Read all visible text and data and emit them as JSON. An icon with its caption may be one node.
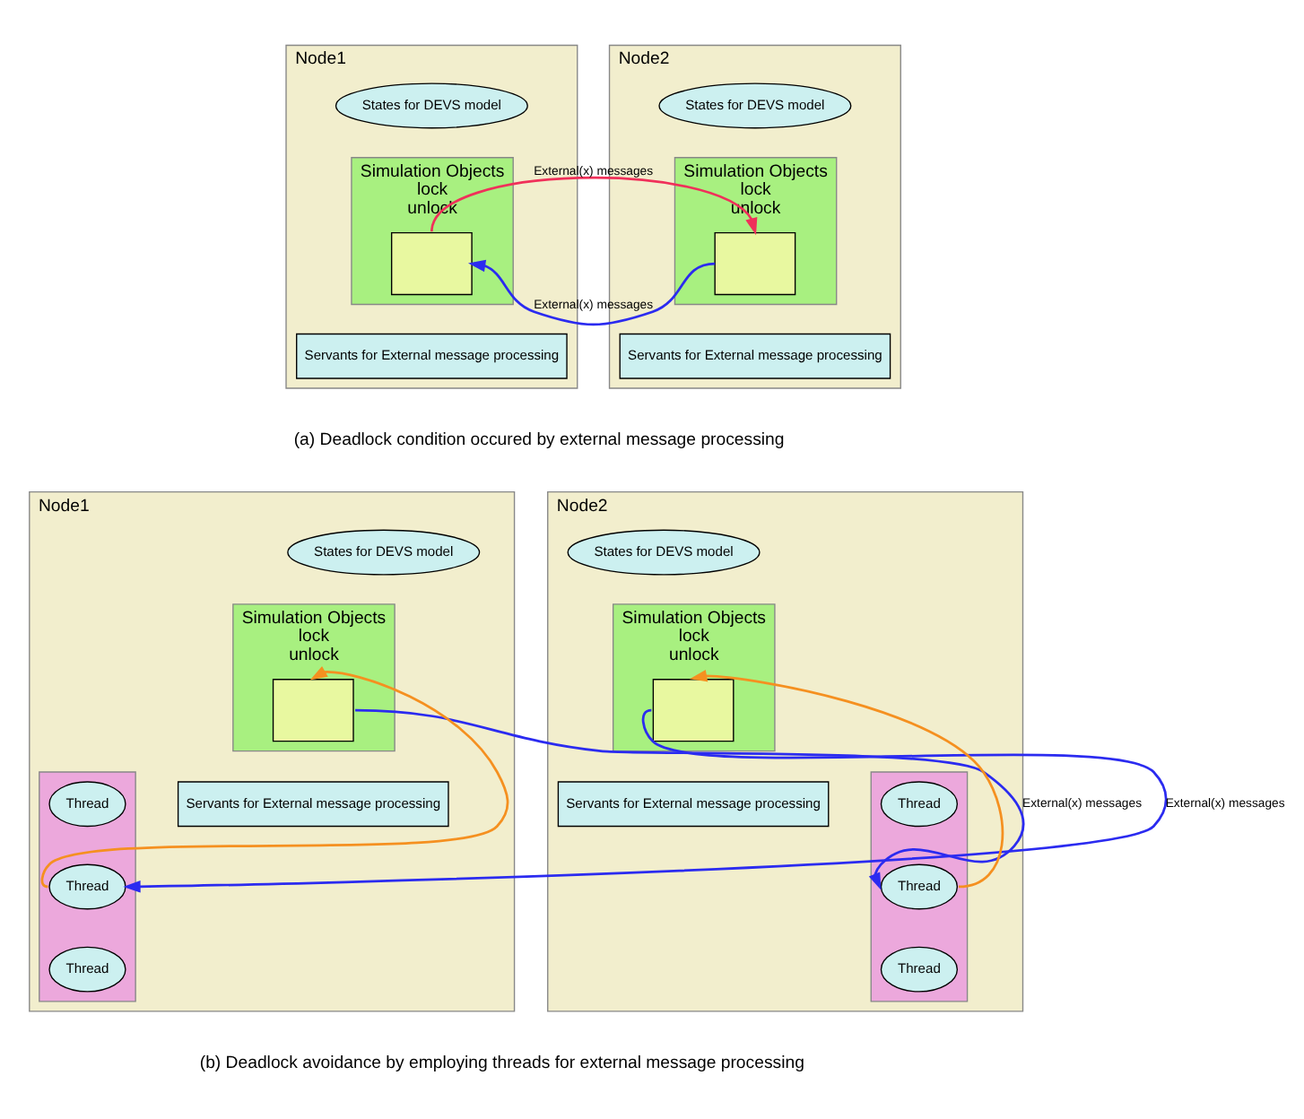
{
  "diagram": {
    "nodes": [
      {
        "text": [
          "Node1"
        ]
      },
      {
        "text": [
          "States for DEVS model"
        ],
        "in": 0
      },
      {
        "text": [
          "Simulation Objects",
          "lock",
          "unlock"
        ],
        "in": 0
      },
      {
        "text": [],
        "shape": "box",
        "in": 2
      },
      {
        "text": [
          "Servants for External message processing"
        ],
        "in": 0
      },
      {
        "text": [
          "Node2"
        ]
      },
      {
        "text": [
          "States for DEVS model"
        ],
        "in": 5
      },
      {
        "text": [
          "Simulation Objects",
          "lock",
          "unlock"
        ],
        "in": 5
      },
      {
        "text": [],
        "shape": "box",
        "in": 7
      },
      {
        "text": [
          "Servants for External message processing"
        ],
        "in": 5
      },
      {
        "text": [
          "Node1"
        ]
      },
      {
        "text": [
          "States for DEVS model"
        ],
        "in": 10
      },
      {
        "text": [
          "Simulation Objects",
          "lock",
          "unlock"
        ],
        "in": 10
      },
      {
        "text": [],
        "shape": "box",
        "in": 12
      },
      {
        "text": [],
        "shape": "box",
        "in": 10
      },
      {
        "text": [
          "Thread"
        ],
        "in": 14
      },
      {
        "text": [
          "Thread"
        ],
        "in": 14
      },
      {
        "text": [
          "Thread"
        ],
        "in": 14
      },
      {
        "text": [
          "Servants for External message processing"
        ],
        "in": 10
      },
      {
        "text": [
          "Node2"
        ]
      },
      {
        "text": [
          "States for DEVS model"
        ],
        "in": 19
      },
      {
        "text": [
          "Simulation Objects",
          "lock",
          "unlock"
        ],
        "in": 19
      },
      {
        "text": [],
        "shape": "box",
        "in": 21
      },
      {
        "text": [
          "Servants for External message processing"
        ],
        "in": 19
      },
      {
        "text": [],
        "shape": "box",
        "in": 19
      },
      {
        "text": [
          "Thread"
        ],
        "in": 24
      },
      {
        "text": [
          "Thread"
        ],
        "in": 24
      },
      {
        "text": [
          "Thread"
        ],
        "in": 24
      }
    ],
    "edges": [
      {
        "from": 8,
        "to": 3,
        "arrow": "to",
        "color": "#2b2bf0",
        "label": "External(x) messages"
      },
      {
        "from": 3,
        "to": 8,
        "arrow": "to",
        "color": "#f0305a",
        "label": "External(x) messages"
      },
      {
        "from": 13,
        "to": 26,
        "arrow": "to",
        "color": "#2b2bf0",
        "label": "External(x) messages"
      },
      {
        "from": 22,
        "to": 16,
        "arrow": "to",
        "color": "#2b2bf0",
        "label": "External(x) messages"
      },
      {
        "from": 16,
        "to": 13,
        "arrow": "to",
        "color": "#f59020"
      },
      {
        "from": 26,
        "to": 22,
        "arrow": "to",
        "color": "#f59020"
      }
    ],
    "labels": [
      "(a) Deadlock condition occured by external message processing",
      "(b) Deadlock avoidance by employing threads for external message processing"
    ]
  }
}
